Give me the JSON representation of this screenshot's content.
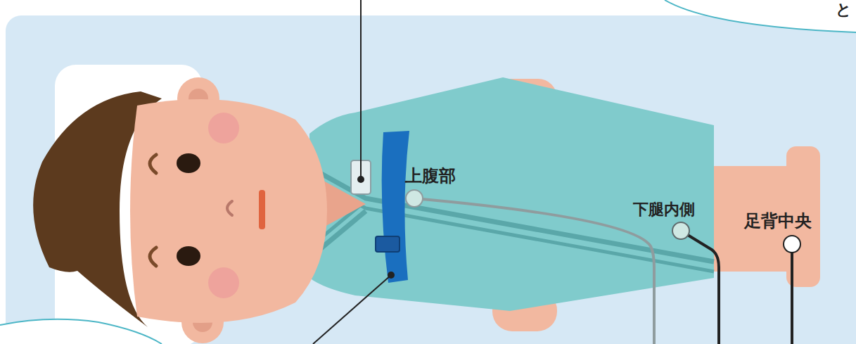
{
  "diagram": {
    "labels": [
      "上腹部",
      "下腿内側",
      "足背中央",
      "と"
    ]
  }
}
